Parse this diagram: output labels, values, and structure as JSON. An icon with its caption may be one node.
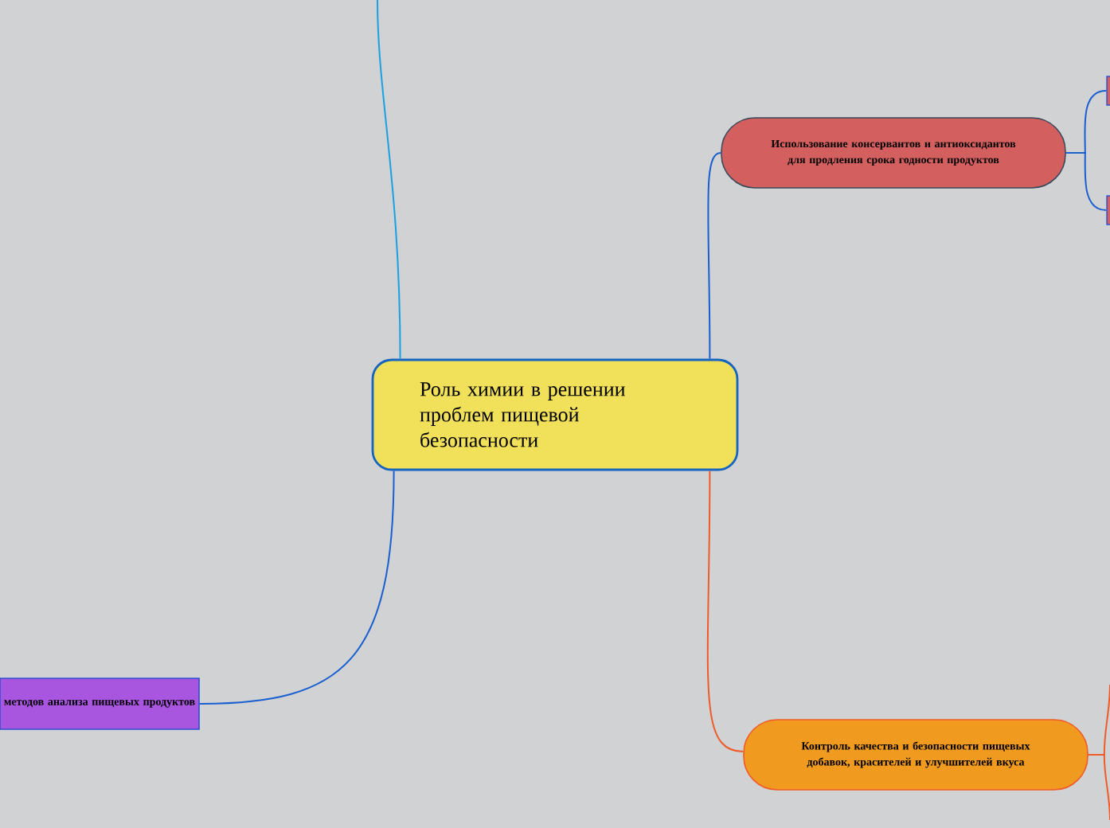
{
  "diagram": {
    "nodes": [
      {
        "text": [
          "Роль химии в решении проблем пищевой безопасности"
        ]
      },
      {
        "text": [
          "Использование консервантов и антиоксидантов для продления срока годности продуктов"
        ]
      },
      {
        "text": [
          "Контроль качества и безопасности пищевых добавок, красителей и улучшителей вкуса"
        ]
      },
      {
        "text": [
          "методов анализа пищевых продуктов"
        ]
      },
      {
        "text": [],
        "shape": "box"
      },
      {
        "text": [],
        "shape": "box"
      }
    ],
    "edges": [
      {
        "from": 0,
        "to": 1,
        "arrow": "none"
      },
      {
        "from": 0,
        "to": 2,
        "arrow": "none",
        "color": "#f05a28"
      },
      {
        "from": 0,
        "to": 3,
        "arrow": "none"
      },
      {
        "from": 0,
        "to": null,
        "arrow": "none",
        "color": "#1ba1e2"
      },
      {
        "from": 1,
        "to": 4,
        "arrow": "none"
      },
      {
        "from": 1,
        "to": 5,
        "arrow": "none"
      },
      {
        "from": 2,
        "to": null,
        "arrow": "none",
        "color": "#f05a28"
      },
      {
        "from": 2,
        "to": null,
        "arrow": "none",
        "color": "#f05a28"
      }
    ]
  }
}
